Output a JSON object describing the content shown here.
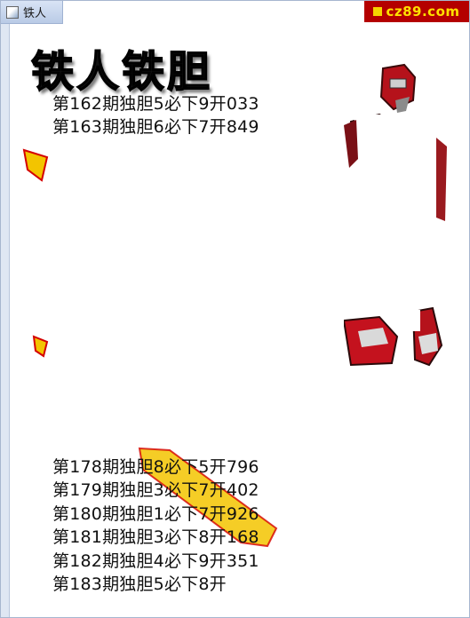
{
  "window": {
    "title": "铁人"
  },
  "site_badge": {
    "text": "cz89.com"
  },
  "page": {
    "heading": "铁人铁胆",
    "rows_top": [
      "第162期独胆5必下9开033",
      "第163期独胆6必下7开849"
    ],
    "rows_bottom": [
      "第178期独胆8必下5开796",
      "第179期独胆3必下7开402",
      "第180期独胆1必下7开926",
      "第181期独胆3必下8开168",
      "第182期独胆4必下9开351",
      "第183期独胆5必下8开"
    ]
  },
  "colors": {
    "badge_bg": "#b40000",
    "badge_text": "#ffe100",
    "frame": "#a7b6cf",
    "watermark_fill": "#f3c400",
    "watermark_stroke": "#d40000"
  },
  "icons": {
    "app": "document-icon",
    "badge_dot": "square-dot-icon"
  }
}
